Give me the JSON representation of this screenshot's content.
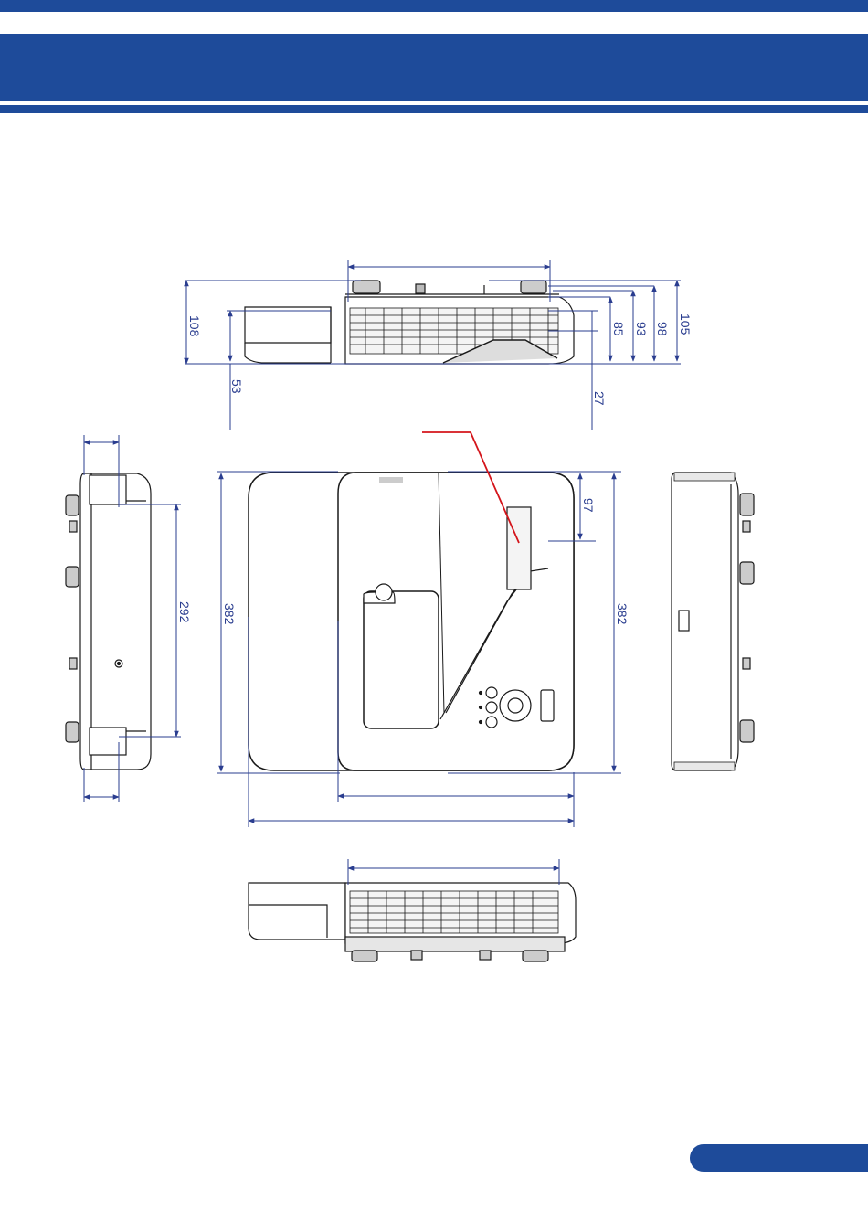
{
  "colors": {
    "header_blue": "#1e4b9a",
    "dimension_blue": "#2a3d8f",
    "callout_red": "#d4151b",
    "line_black": "#1a1a1a"
  },
  "dimensions": {
    "front_height_108": "108",
    "front_height_53": "53",
    "front_height_27": "27",
    "front_height_85": "85",
    "front_height_93": "93",
    "front_height_98": "98",
    "front_height_105": "105",
    "top_depth_382_left": "382",
    "top_depth_382_right": "382",
    "top_lens_97": "97",
    "side_feet_292": "292"
  }
}
